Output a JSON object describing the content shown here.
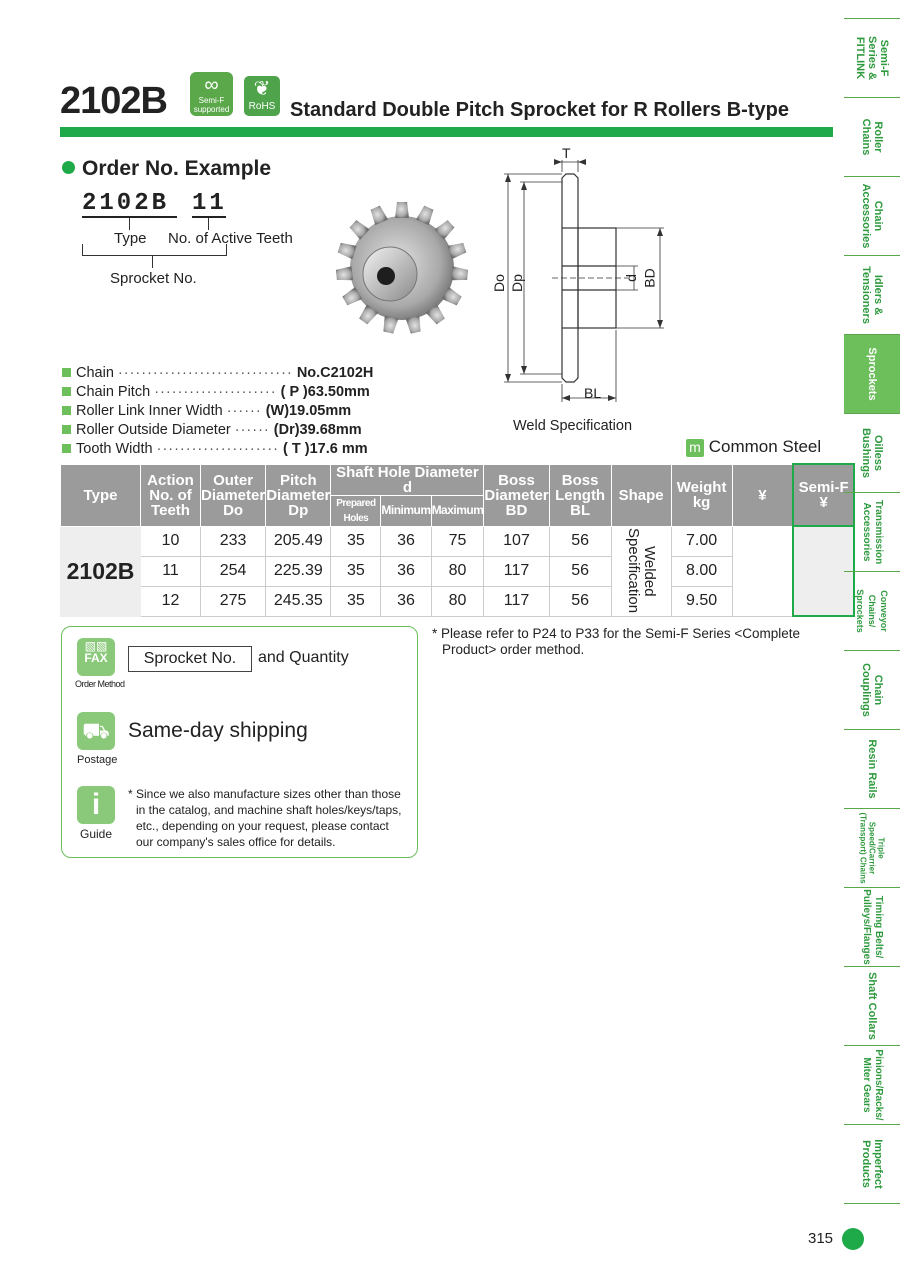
{
  "header": {
    "model": "2102B",
    "semi_f_badge": "Semi-F supported",
    "rohs_badge": "RoHS",
    "title": "Standard Double Pitch Sprocket for R Rollers B-type"
  },
  "order_example": {
    "heading": "Order No. Example",
    "code_type": "2102B",
    "code_teeth": "11",
    "label_type": "Type",
    "label_teeth": "No. of Active Teeth",
    "label_sprocket": "Sprocket No."
  },
  "specs": [
    {
      "label": "Chain",
      "value": "No.C2102H"
    },
    {
      "label": "Chain Pitch",
      "value": "( P )63.50mm"
    },
    {
      "label": "Roller Link Inner Width",
      "value": "(W)19.05mm"
    },
    {
      "label": "Roller Outside Diameter",
      "value": "(Dr)39.68mm"
    },
    {
      "label": "Tooth Width",
      "value": "( T )17.6  mm"
    }
  ],
  "drawing": {
    "T": "T",
    "Do": "Do",
    "Dp": "Dp",
    "d": "d",
    "BD": "BD",
    "BL": "BL",
    "caption": "Weld Specification"
  },
  "material": {
    "icon": "m",
    "label": "Common Steel"
  },
  "table": {
    "headers": {
      "type": "Type",
      "teeth": "Action No. of Teeth",
      "outer": "Outer Diameter Do",
      "pitch": "Pitch Diameter Dp",
      "shaft": "Shaft Hole Diameter d",
      "prepared": "Prepared Holes",
      "minimum": "Minimum",
      "maximum": "Maximum",
      "boss_d": "Boss Diameter BD",
      "boss_l": "Boss Length BL",
      "shape": "Shape",
      "weight": "Weight kg",
      "yen": "¥",
      "semi_f": "Semi-F ¥"
    },
    "type_value": "2102B",
    "shape_value": "Welded Specification",
    "rows": [
      {
        "teeth": "10",
        "do": "233",
        "dp": "205.49",
        "prep": "35",
        "min": "36",
        "max": "75",
        "bd": "107",
        "bl": "56",
        "weight": "7.00"
      },
      {
        "teeth": "11",
        "do": "254",
        "dp": "225.39",
        "prep": "35",
        "min": "36",
        "max": "80",
        "bd": "117",
        "bl": "56",
        "weight": "8.00"
      },
      {
        "teeth": "12",
        "do": "275",
        "dp": "245.35",
        "prep": "35",
        "min": "36",
        "max": "80",
        "bd": "117",
        "bl": "56",
        "weight": "9.50"
      }
    ]
  },
  "note": "* Please refer to P24 to P33 for the Semi-F Series <Complete Product> order method.",
  "order_box": {
    "fax_icon": "FAX",
    "fax_caption": "Order Method",
    "sprocket_field": "Sprocket No.",
    "and_qty": "and Quantity",
    "postage_caption": "Postage",
    "same_day": "Same-day shipping",
    "guide_icon": "i",
    "guide_caption": "Guide",
    "guide_text": "* Since we also manufacture sizes other than those in the catalog, and machine shaft holes/keys/taps, etc., depending on your request, please contact our company's sales office for details."
  },
  "sidebar": [
    {
      "label": "Semi-F Series & FITLINK"
    },
    {
      "label": "Roller Chains"
    },
    {
      "label": "Chain Accessories"
    },
    {
      "label": "Idlers & Tensioners"
    },
    {
      "label": "Sprockets",
      "active": true
    },
    {
      "label": "Oilless Bushings"
    },
    {
      "label": "Transmission Accessories"
    },
    {
      "label": "Conveyor Chains/ Sprockets"
    },
    {
      "label": "Chain Couplings"
    },
    {
      "label": "Resin Rails"
    },
    {
      "label": "Triple Speed/Carrier (Transport) Chains"
    },
    {
      "label": "Timing Belts/ Pulleys/Flanges"
    },
    {
      "label": "Shaft Collars"
    },
    {
      "label": "Pinions/Racks/ Miter Gears"
    },
    {
      "label": "Imperfect Products"
    }
  ],
  "page_number": "315",
  "colors": {
    "accent": "#1faa4a",
    "header_gray": "#9b9b9b"
  }
}
